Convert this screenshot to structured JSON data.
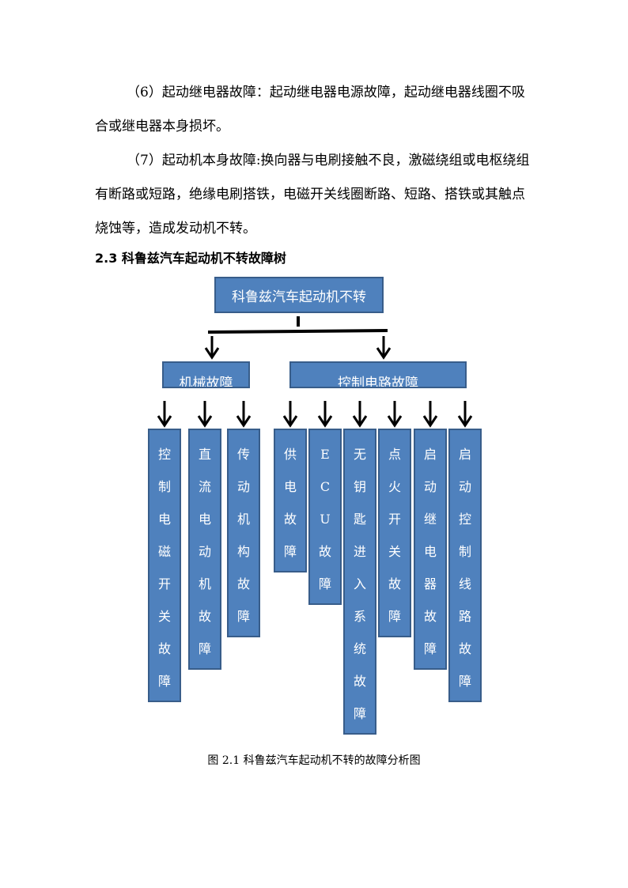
{
  "paragraphs": {
    "p6": "（6）起动继电器故障：起动继电器电源故障，起动继电器线圈不吸合或继电器本身损坏。",
    "p7": "（7）起动机本身故障:换向器与电刷接触不良，激磁绕组或电枢绕组有断路或短路，绝缘电刷搭铁，电磁开关线圈断路、短路、搭铁或其触点烧蚀等，造成发动机不转。"
  },
  "section": {
    "heading": "2.3 科鲁兹汽车起动机不转故障树"
  },
  "tree": {
    "root": "科鲁兹汽车起动机不转",
    "categories": [
      "机械故障",
      "控制电路故障"
    ],
    "leaves": [
      [
        "控",
        "制",
        "电",
        "磁",
        "开",
        "关",
        "故",
        "障"
      ],
      [
        "直",
        "流",
        "电",
        "动",
        "机",
        "故",
        "障"
      ],
      [
        "传",
        "动",
        "机",
        "构",
        "故",
        "障"
      ],
      [
        "供",
        "电",
        "故",
        "障"
      ],
      [
        "E",
        "C",
        "U",
        "故",
        "障"
      ],
      [
        "无",
        "钥",
        "匙",
        "进",
        "入",
        "系",
        "统",
        "故",
        "障"
      ],
      [
        "点",
        "火",
        "开",
        "关",
        "故",
        "障"
      ],
      [
        "启",
        "动",
        "继",
        "电",
        "器",
        "故",
        "障"
      ],
      [
        "启",
        "动",
        "控",
        "制",
        "线",
        "路",
        "故",
        "障"
      ]
    ],
    "colors": {
      "fill": "#4f81bd",
      "border": "#385d8a",
      "text": "#ffffff"
    }
  },
  "figure": {
    "caption": "图 2.1 科鲁兹汽车起动机不转的故障分析图"
  }
}
